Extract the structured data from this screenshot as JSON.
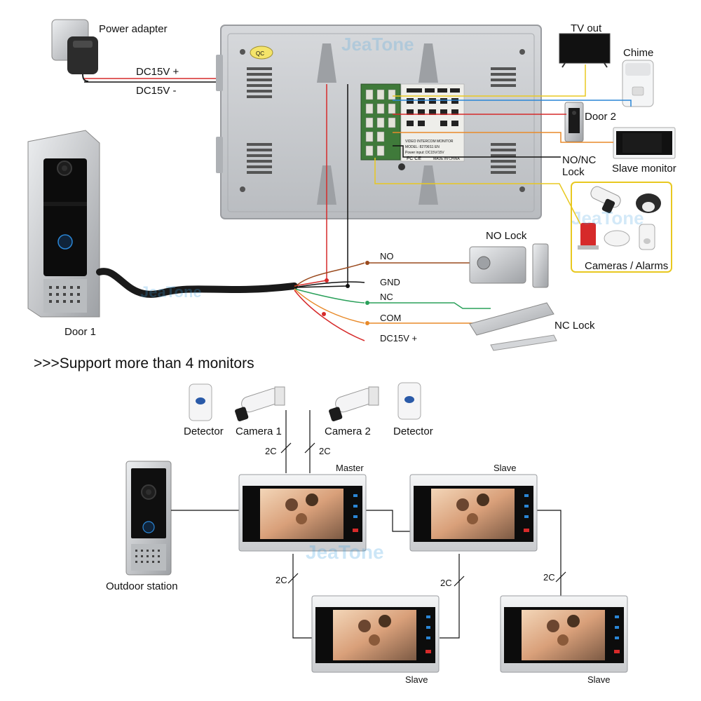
{
  "labels": {
    "power_adapter": "Power adapter",
    "dc_plus": "DC15V +",
    "dc_minus": "DC15V -",
    "tv_out": "TV out",
    "chime": "Chime",
    "door2": "Door 2",
    "nonc_lock_line1": "NO/NC",
    "nonc_lock_line2": "Lock",
    "slave_monitor": "Slave monitor",
    "cameras_alarms": "Cameras / Alarms",
    "door1": "Door 1",
    "no_lock": "NO Lock",
    "nc_lock": "NC Lock",
    "wire_no": "NO",
    "wire_gnd": "GND",
    "wire_nc": "NC",
    "wire_com": "COM",
    "wire_dc": "DC15V +",
    "support_heading": ">>>Support more than 4 monitors",
    "detector_left": "Detector",
    "camera1": "Camera 1",
    "camera2": "Camera 2",
    "detector_right": "Detector",
    "wire_2c": "2C",
    "master": "Master",
    "slave": "Slave",
    "outdoor_station": "Outdoor station",
    "brand_watermark": "JeaTone",
    "board_title": "VIDEO INTERCOM MONITOR",
    "board_model": "MODEL: 82706S1 EN",
    "board_power": "Power input: DC15V/15V",
    "board_made": "MADE IN CHINA",
    "qc_badge": "QC",
    "fc_mark": "FC CE"
  },
  "colors": {
    "red_wire": "#d62a2a",
    "black_wire": "#111111",
    "yellow_wire": "#e8c820",
    "blue_wire": "#2a86d6",
    "orange_wire": "#e88a2a",
    "brown_wire": "#9a4a1e",
    "green_wire": "#2aa05a",
    "panel_silver": "#c7c9cc",
    "board_green": "#3f7a3a",
    "screen_black": "#0c0c0c",
    "highlight_box": "#e8c820",
    "watermark_blue": "#3aa0e0"
  }
}
